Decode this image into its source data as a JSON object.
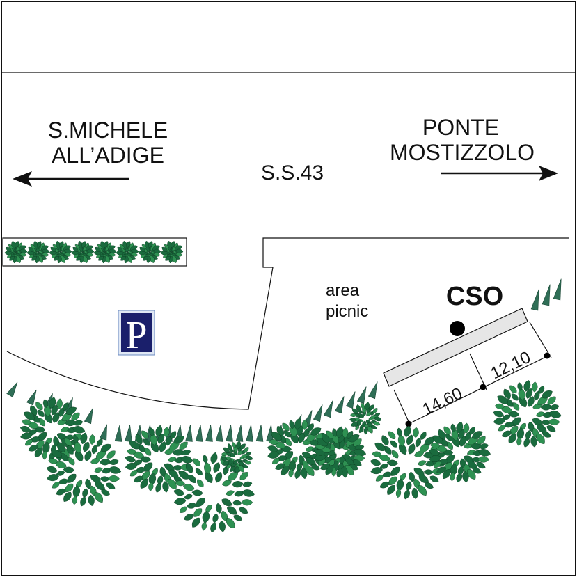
{
  "map": {
    "road_name": "S.S.43",
    "left_destination": [
      "S.MICHELE",
      "ALL’ADIGE"
    ],
    "right_destination": [
      "PONTE",
      "MOSTIZZOLO"
    ],
    "picnic_area": [
      "area",
      "picnic"
    ],
    "cso_label": "CSO",
    "parking_symbol": "P",
    "dimension_1": "14,60",
    "dimension_2": "12,10"
  },
  "colors": {
    "tree_dark": "#1a6b3e",
    "tree_light": "#2e9152",
    "stake": "#2f6e56",
    "parking_bg": "#1a1f6b",
    "parking_border": "#6a8ac0",
    "structure_fill": "#e6e6e6"
  },
  "icons": {
    "parking": "parking-sign-icon",
    "tree": "tree-icon",
    "shrub": "shrub-icon",
    "stake": "stake-icon",
    "arrow_left": "arrow-left-icon",
    "arrow_right": "arrow-right-icon",
    "cso_marker": "point-marker-icon"
  }
}
